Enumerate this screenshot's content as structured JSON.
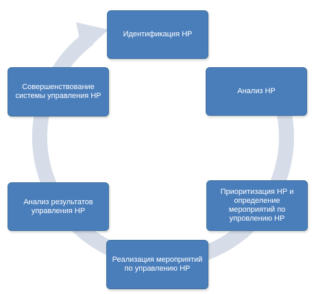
{
  "colors": {
    "box_fill": "#4a7ebb",
    "box_border": "#41719c",
    "box_text": "#ffffff",
    "ring": "#d6dde9"
  },
  "diagram": {
    "type": "cycle",
    "direction": "clockwise",
    "steps": [
      {
        "label": "Идентификация НР"
      },
      {
        "label": "Анализ НР"
      },
      {
        "label": "Приоритизация НР и определение мероприятий по упровлению НР"
      },
      {
        "label": "Реализация мероприятий по управлению НР"
      },
      {
        "label": "Анализ результатов управления НР"
      },
      {
        "label": "Совершенствование системы управления НР"
      }
    ]
  }
}
